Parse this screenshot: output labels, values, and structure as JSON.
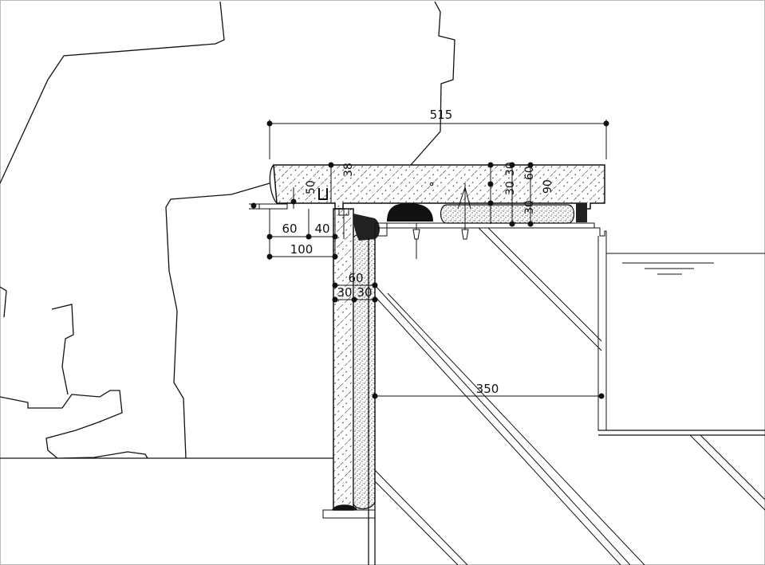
{
  "dimensions": {
    "overall_width": "515",
    "thickness_38": "38",
    "thickness_50": "50",
    "offset_60": "60",
    "offset_40": "40",
    "offset_100": "100",
    "top_30a": "30",
    "top_30b": "30",
    "top_60": "60",
    "top_30c": "30",
    "top_90": "90",
    "wall_60": "60",
    "wall_30a": "30",
    "wall_30b": "30",
    "span_350": "350"
  },
  "colors": {
    "line": "#111111",
    "background": "#ffffff"
  }
}
